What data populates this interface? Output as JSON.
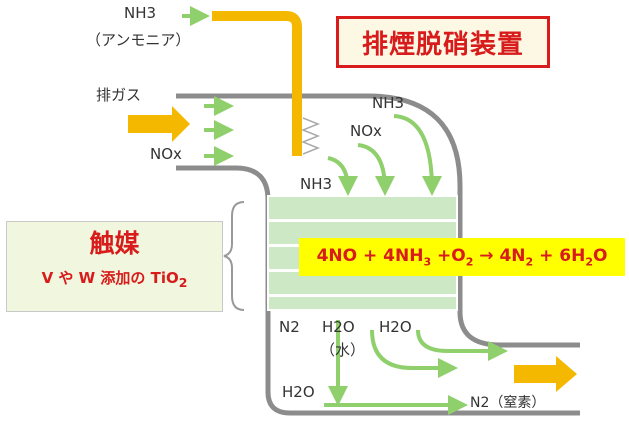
{
  "title": "排煙脱硝装置",
  "labels": {
    "ammonia_top": "NH3",
    "ammonia_jp": "（アンモニア）",
    "exhaust_gas": "排ガス",
    "nox_inlet": "NOx",
    "nh3_upper": "NH3",
    "nox_upper": "NOx",
    "nh3_lower": "NH3",
    "n2_out": "N2",
    "h2o_out_1": "H2O",
    "water_jp": "（水）",
    "h2o_out_2": "H2O",
    "h2o_bottom": "H2O",
    "n2_nitrogen": "N2（窒素）"
  },
  "catalyst": {
    "title": "触媒",
    "subtitle": "V や W 添加の TiO",
    "subtitle_sub": "2"
  },
  "equation": {
    "t1": "4NO + 4NH",
    "s1": "3",
    "t2": " +O",
    "s2": "2",
    "t3": " → 4N",
    "s3": "2",
    "t4": " + 6H",
    "s4": "2",
    "t5": "O"
  },
  "colors": {
    "title_red": "#d81b1b",
    "duct_gray": "#8c8c8c",
    "ammonia_pipe": "#f5b800",
    "gas_arrow": "#f5b800",
    "flow_green": "#8fcf6c",
    "catalyst_fill": "#cde8c4",
    "equation_highlight": "#ffff00"
  }
}
